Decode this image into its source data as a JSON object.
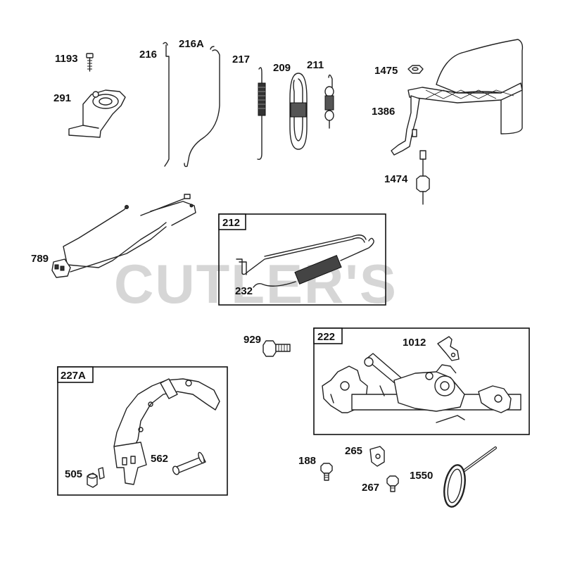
{
  "watermark": "CUTLER'S",
  "labels": {
    "p1193": "1193",
    "p291": "291",
    "p216": "216",
    "p216a": "216A",
    "p217": "217",
    "p209": "209",
    "p211": "211",
    "p1475": "1475",
    "p1386": "1386",
    "p1474": "1474",
    "p789": "789",
    "p212": "212",
    "p232": "232",
    "p929": "929",
    "p222": "222",
    "p1012": "1012",
    "p227a": "227A",
    "p505": "505",
    "p562": "562",
    "p188": "188",
    "p265": "265",
    "p267": "267",
    "p1550": "1550"
  }
}
